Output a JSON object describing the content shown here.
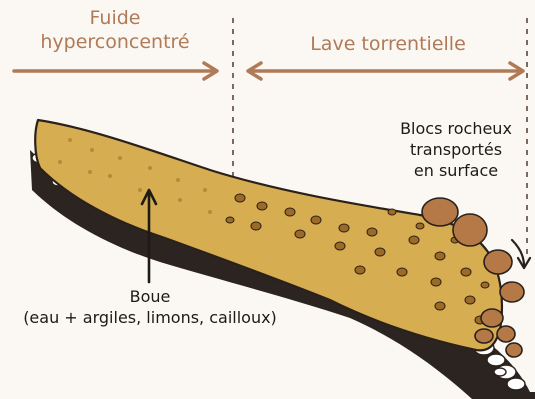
{
  "zones": {
    "left": {
      "line1": "Fuide",
      "line2": "hyperconcentré"
    },
    "right": {
      "label": "Lave torrentielle"
    }
  },
  "callouts": {
    "blocks": {
      "line1": "Blocs rocheux",
      "line2": "transportés",
      "line3": "en surface"
    },
    "mud": {
      "line1": "Boue",
      "line2": "(eau + argiles, limons, cailloux)"
    }
  },
  "colors": {
    "arrow": "#b07a57",
    "label": "#b07a57",
    "mud_fill": "#d7ad52",
    "mud_dots": "#9c6a25",
    "boulder": "#b57847",
    "outline": "#2a211a",
    "bedrock_dark": "#2b2420",
    "pebble": "#ffffff",
    "background": "#fbf8f3"
  }
}
